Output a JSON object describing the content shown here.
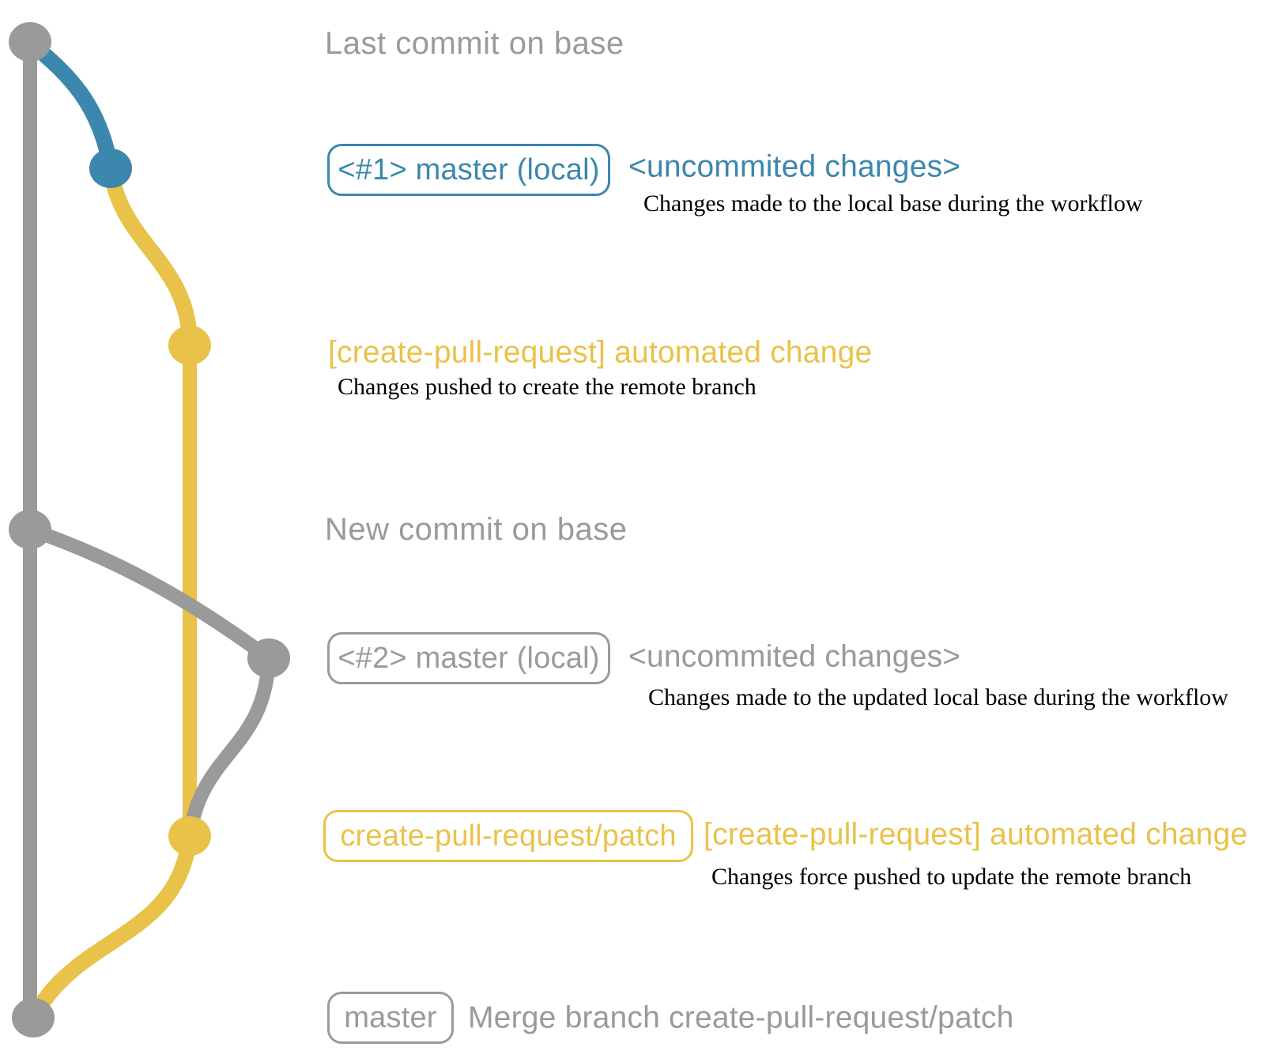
{
  "colors": {
    "gray": "#9a9a9a",
    "blue": "#3c87ad",
    "yellow": "#e9c24a",
    "ink": "#000000",
    "background": "#ffffff"
  },
  "rows": {
    "last_commit": {
      "heading": "Last commit on base"
    },
    "local_master_1": {
      "badge": "<#1> master (local)",
      "note": "<uncommited changes>",
      "description": "Changes made to the local base during the workflow"
    },
    "patch_commit_1": {
      "note": "[create-pull-request] automated change",
      "description": "Changes pushed to create the remote branch"
    },
    "new_commit": {
      "heading": "New commit on base"
    },
    "local_master_2": {
      "badge": "<#2> master (local)",
      "note": "<uncommited changes>",
      "description": "Changes made to the updated local base during the workflow"
    },
    "patch_commit_2": {
      "badge": "create-pull-request/patch",
      "note": "[create-pull-request] automated change",
      "description": "Changes force pushed to update the remote branch"
    },
    "merge_commit": {
      "badge": "master",
      "note": "Merge branch create-pull-request/patch"
    }
  }
}
